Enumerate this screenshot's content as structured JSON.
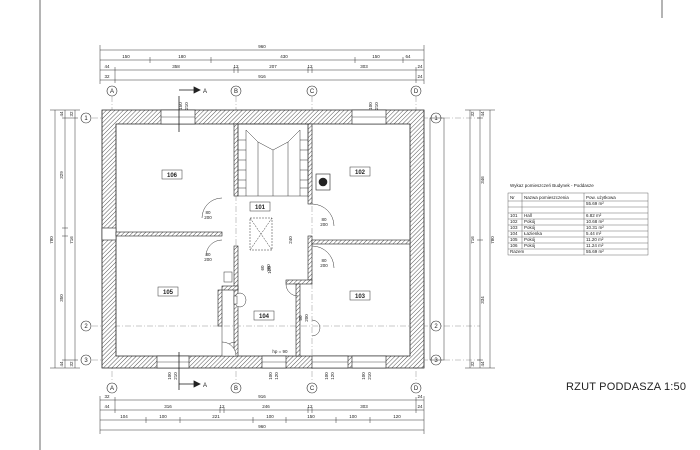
{
  "title": "RZUT PODDASZA 1:50",
  "section_label": "A",
  "axes": {
    "columns": [
      "A",
      "B",
      "C",
      "D"
    ],
    "rows": [
      "1",
      "2",
      "3"
    ]
  },
  "dims": {
    "top_total": "960",
    "top_row1": [
      "150",
      "180",
      "430",
      "150",
      "64"
    ],
    "top_row2": [
      "44",
      "358",
      "12",
      "207",
      "12",
      "303",
      "24"
    ],
    "top_row3_ends": [
      "32",
      "24"
    ],
    "top_row3_mid": "916",
    "bottom_row1_ends": [
      "32",
      "24"
    ],
    "bottom_row1_mid": "916",
    "bottom_row2": [
      "44",
      "316",
      "12",
      "246",
      "12",
      "303",
      "24"
    ],
    "bottom_row3": [
      "104",
      "100",
      "221",
      "100",
      "150",
      "100",
      "120"
    ],
    "bottom_total": "960",
    "left_small": [
      "44",
      "32"
    ],
    "left_mid": "716",
    "left_total": "780",
    "left_a": "329",
    "left_b": "350",
    "right_small": [
      "32",
      "44"
    ],
    "right_mid": "716",
    "right_total": "780",
    "right_a": "346",
    "right_b": "334",
    "window_top_1": "150",
    "window_top_1b": "210",
    "window_top_2": "100",
    "window_top_2b": "210",
    "window_bottom_1": "100",
    "window_bottom_1b": "210",
    "window_bottom_2": "100",
    "window_bottom_2b": "120",
    "window_bottom_3": "100",
    "window_bottom_3b": "120",
    "window_bottom_4": "100",
    "window_bottom_4b": "210",
    "stair_dim": "240",
    "stair_dim2": "120"
  },
  "rooms": [
    {
      "id": "106"
    },
    {
      "id": "101"
    },
    {
      "id": "102"
    },
    {
      "id": "105"
    },
    {
      "id": "104"
    },
    {
      "id": "103"
    }
  ],
  "doors": [
    {
      "w": "80",
      "h": "200"
    },
    {
      "w": "80",
      "h": "200"
    },
    {
      "w": "80",
      "h": "200"
    },
    {
      "w": "80",
      "h": "200"
    },
    {
      "w": "60",
      "h": "200"
    },
    {
      "w": "80",
      "h": "200"
    },
    {
      "w": "80",
      "h": "200"
    }
  ],
  "hp_label": "hp = 90",
  "table": {
    "title": "Wykaz pomieszczeń Budynek - Poddasze",
    "headers": [
      "Nr",
      "Nazwa pomieszczenia",
      "Pow. użytkowa"
    ],
    "subheader": "55.69 m²",
    "rows": [
      [
        "101",
        "Hall",
        "6.82 m²"
      ],
      [
        "102",
        "Pokój",
        "10.68 m²"
      ],
      [
        "103",
        "Pokój",
        "10.31 m²"
      ],
      [
        "104",
        "Łazienka",
        "5.44 m²"
      ],
      [
        "105",
        "Pokój",
        "11.20 m²"
      ],
      [
        "106",
        "Pokój",
        "11.24 m²"
      ]
    ],
    "total": [
      "Razem",
      "55.69 m²"
    ]
  }
}
